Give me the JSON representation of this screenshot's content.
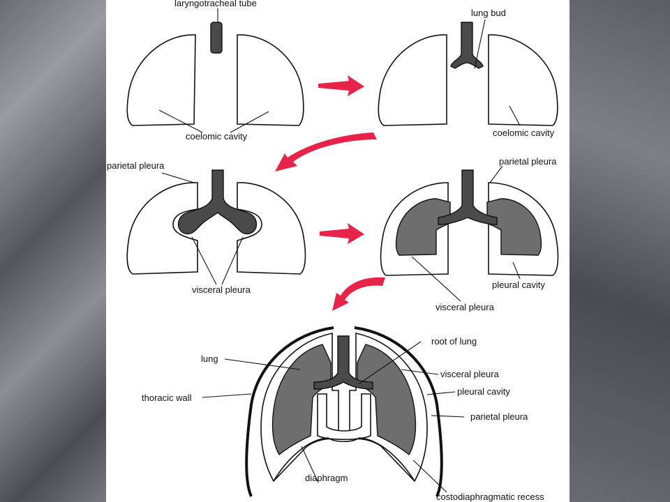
{
  "labels": {
    "laryngotracheal_tube": "laryngotracheal tube",
    "lung_bud": "lung bud",
    "coelomic_cavity_1": "coelomic cavity",
    "coelomic_cavity_2": "coelomic cavity",
    "parietal_pleura_1": "parietal pleura",
    "parietal_pleura_2": "parietal pleura",
    "visceral_pleura_1": "visceral pleura",
    "pleural_cavity_1": "pleural cavity",
    "visceral_pleura_2": "visceral pleura",
    "root_of_lung": "root of lung",
    "lung": "lung",
    "visceral_pleura_3": "visceral pleura",
    "thoracic_wall": "thoracic wall",
    "pleural_cavity_2": "pleural cavity",
    "parietal_pleura_3": "parietal pleura",
    "diaphragm": "diaphragm",
    "costodiaphragmatic_recess": "costodiaphragmatic recess"
  },
  "colors": {
    "arrow": "#e8234a",
    "lung_fill": "#6e6e6e",
    "tube_fill": "#4a4a4a",
    "panel": "#ffffff"
  }
}
